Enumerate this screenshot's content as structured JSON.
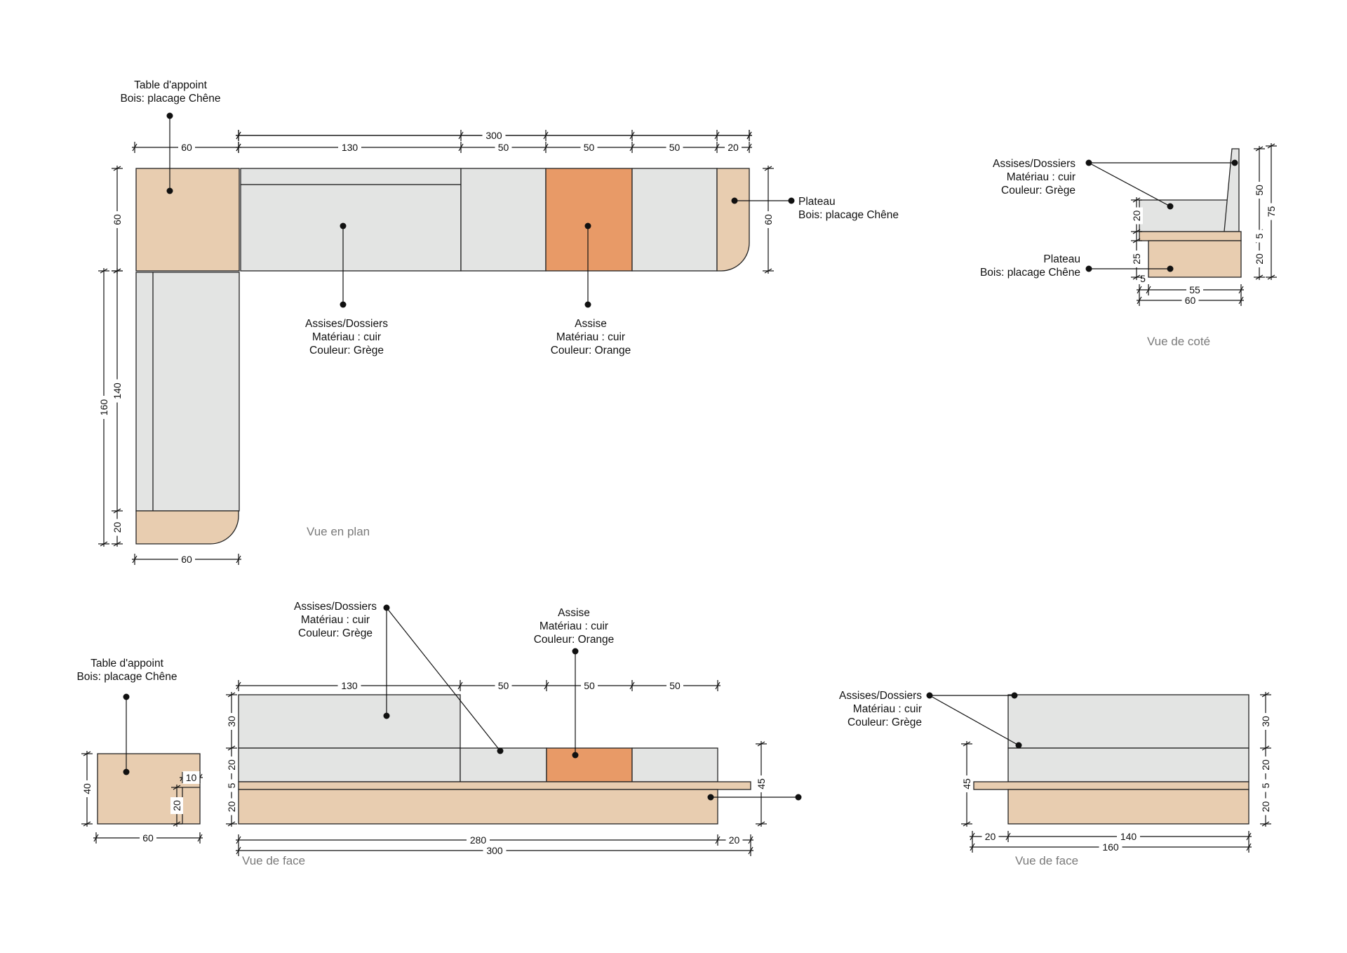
{
  "colors": {
    "leather_grege": "#E3E4E3",
    "leather_orange": "#E89A67",
    "oak_veneer": "#E8CDB0",
    "ink": "#111111",
    "view_label": "#7A7A7A"
  },
  "views": {
    "plan": "Vue en plan",
    "side": "Vue de coté",
    "front_main": "Vue de face",
    "front_return": "Vue de face"
  },
  "labels": {
    "side_table_plan": [
      "Table d'appoint",
      "Bois: placage Chêne"
    ],
    "plateau_plan": [
      "Plateau",
      "Bois: placage Chêne"
    ],
    "seats_backs_plan": [
      "Assises/Dossiers",
      "Matériau : cuir",
      "Couleur: Grège"
    ],
    "seat_orange_plan": [
      "Assise",
      "Matériau : cuir",
      "Couleur: Orange"
    ],
    "seats_backs_side": [
      "Assises/Dossiers",
      "Matériau : cuir",
      "Couleur: Grège"
    ],
    "plateau_side": [
      "Plateau",
      "Bois: placage Chêne"
    ],
    "seats_backs_front": [
      "Assises/Dossiers",
      "Matériau : cuir",
      "Couleur: Grège"
    ],
    "seat_orange_front": [
      "Assise",
      "Matériau : cuir",
      "Couleur: Orange"
    ],
    "side_table_front": [
      "Table d'appoint",
      "Bois: placage Chêne"
    ],
    "seats_backs_return": [
      "Assises/Dossiers",
      "Matériau : cuir",
      "Couleur: Grège"
    ]
  },
  "dimensions": {
    "plan_total": "300",
    "plan_table_w": "60",
    "plan_seat_130": "130",
    "plan_seat_50a": "50",
    "plan_seat_50b": "50",
    "plan_seat_50c": "50",
    "plan_plateau_w": "20",
    "plan_depth_left": "60",
    "plan_depth_right": "60",
    "plan_return_160": "160",
    "plan_return_140": "140",
    "plan_return_20": "20",
    "plan_bottom_60": "60",
    "side_back_20": "20",
    "side_base_25": "25",
    "side_back_50": "50",
    "side_total_75": "75",
    "side_5": "5",
    "side_20": "20",
    "side_bottom_5": "5",
    "side_55": "55",
    "side_60": "60",
    "front_130": "130",
    "front_50a": "50",
    "front_50b": "50",
    "front_50c": "50",
    "front_back_30": "30",
    "front_seat_20": "20",
    "front_plateau_5": "5",
    "front_base_20": "20",
    "front_total_45": "45",
    "front_280": "280",
    "front_20": "20",
    "front_300": "300",
    "table_40": "40",
    "table_10": "10",
    "table_20": "20",
    "table_60": "60",
    "ret_45": "45",
    "ret_30": "30",
    "ret_20": "20",
    "ret_5": "5",
    "ret_20b": "20",
    "ret_20_w": "20",
    "ret_140": "140",
    "ret_160": "160"
  }
}
